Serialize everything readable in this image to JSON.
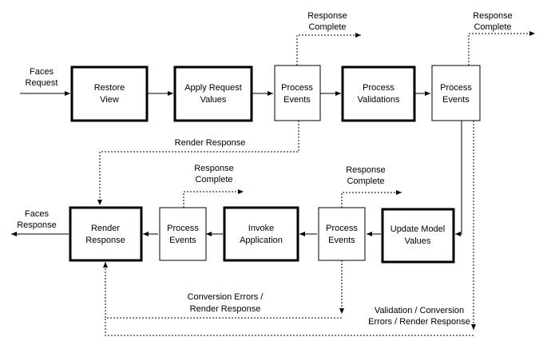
{
  "boxes": {
    "restore_view": [
      "Restore",
      "View"
    ],
    "apply_request": [
      "Apply Request",
      "Values"
    ],
    "process_events_1": [
      "Process",
      "Events"
    ],
    "process_validations": [
      "Process",
      "Validations"
    ],
    "process_events_2": [
      "Process",
      "Events"
    ],
    "update_model": [
      "Update Model",
      "Values"
    ],
    "process_events_3": [
      "Process",
      "Events"
    ],
    "invoke_application": [
      "Invoke",
      "Application"
    ],
    "process_events_4": [
      "Process",
      "Events"
    ],
    "render_response": [
      "Render",
      "Response"
    ]
  },
  "labels": {
    "faces_request": [
      "Faces",
      "Request"
    ],
    "faces_response": [
      "Faces",
      "Response"
    ],
    "response_complete_1": [
      "Response",
      "Complete"
    ],
    "response_complete_2": [
      "Response",
      "Complete"
    ],
    "response_complete_3": [
      "Response",
      "Complete"
    ],
    "response_complete_4": [
      "Response",
      "Complete"
    ],
    "render_response_path": [
      "Render Response"
    ],
    "conversion_errors": [
      "Conversion Errors /",
      "Render Response"
    ],
    "validation_errors": [
      "Validation / Conversion",
      "Errors / Render Response"
    ]
  }
}
